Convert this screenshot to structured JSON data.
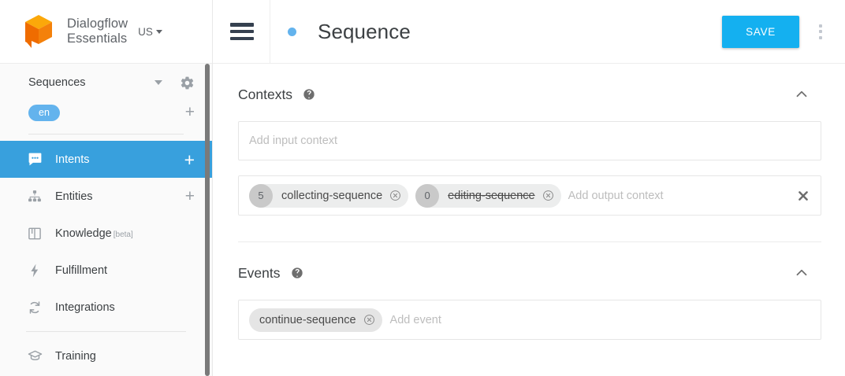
{
  "brand": {
    "product_name": "Dialogflow\nEssentials",
    "region": "US",
    "logo_color": "#f4810b"
  },
  "sidebar": {
    "agent": {
      "name": "Sequences",
      "settings_icon": "gear-icon",
      "caret_icon": "caret-down-icon"
    },
    "language": {
      "code": "en",
      "add_label": "+",
      "chip_color": "#63b3ed"
    },
    "nav_items": [
      {
        "label": "Intents",
        "icon": "chat-bubble-icon",
        "action": "+",
        "active": true
      },
      {
        "label": "Entities",
        "icon": "org-chart-icon",
        "action": "+",
        "active": false
      },
      {
        "label": "Knowledge",
        "badge": "[beta]",
        "icon": "book-icon",
        "action": "",
        "active": false
      },
      {
        "label": "Fulfillment",
        "icon": "lightning-bolt-icon",
        "action": "",
        "active": false
      },
      {
        "label": "Integrations",
        "icon": "sync-arrows-icon",
        "action": "",
        "active": false
      },
      {
        "label": "Training",
        "icon": "graduation-cap-icon",
        "action": "",
        "active": false
      }
    ],
    "active_color": "#38a0dd"
  },
  "header": {
    "menu_icon": "hamburger-menu-icon",
    "status_dot_color": "#63b3ed",
    "title": "Sequence",
    "save_label": "SAVE",
    "save_color": "#14b0f0",
    "overflow_icon": "kebab-menu-icon"
  },
  "contexts": {
    "title": "Contexts",
    "help_icon": "help-circle-icon",
    "collapse_icon": "chevron-up-icon",
    "input": {
      "placeholder": "Add input context",
      "value": ""
    },
    "output": {
      "placeholder": "Add output context",
      "clear_icon": "close-icon",
      "chips": [
        {
          "lifespan": "5",
          "name": "collecting-sequence",
          "struck": false,
          "remove_icon": "remove-circle-icon"
        },
        {
          "lifespan": "0",
          "name": "editing-sequence",
          "struck": true,
          "remove_icon": "remove-circle-icon"
        }
      ]
    }
  },
  "events": {
    "title": "Events",
    "help_icon": "help-circle-icon",
    "collapse_icon": "chevron-up-icon",
    "placeholder": "Add event",
    "chips": [
      {
        "name": "continue-sequence",
        "remove_icon": "remove-circle-icon"
      }
    ]
  }
}
